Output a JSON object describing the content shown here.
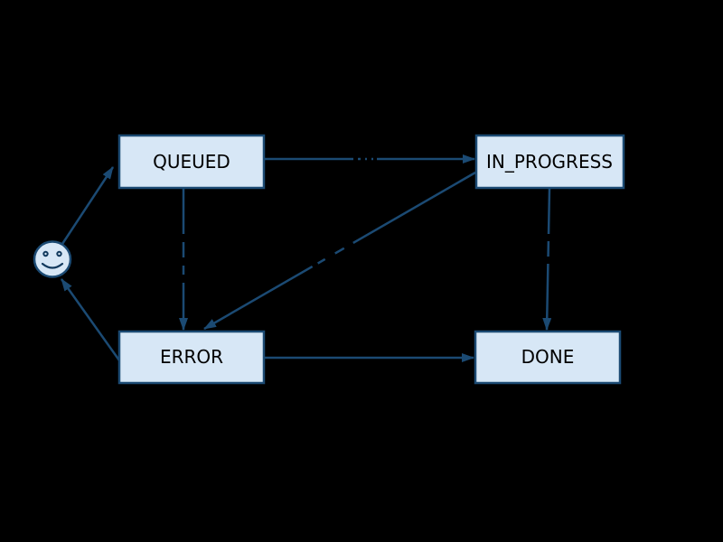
{
  "diagram": {
    "type": "state-machine",
    "background_color": "#000000",
    "node_fill_color": "#d7e7f6",
    "node_border_color": "#1b4a73",
    "node_text_color": "#000000",
    "edge_color": "#1b4a73",
    "nodes": [
      {
        "id": "queued",
        "label": "QUEUED",
        "shape": "rectangle"
      },
      {
        "id": "in_progress",
        "label": "IN_PROGRESS",
        "shape": "rectangle"
      },
      {
        "id": "error",
        "label": "ERROR",
        "shape": "rectangle"
      },
      {
        "id": "done",
        "label": "DONE",
        "shape": "rectangle"
      },
      {
        "id": "start",
        "label": "",
        "shape": "smiley-face"
      }
    ],
    "edges": [
      {
        "from": "start",
        "to": "queued",
        "label": ""
      },
      {
        "from": "queued",
        "to": "in_progress",
        "label": ""
      },
      {
        "from": "queued",
        "to": "error",
        "label": ""
      },
      {
        "from": "in_progress",
        "to": "error",
        "label": ""
      },
      {
        "from": "in_progress",
        "to": "done",
        "label": ""
      },
      {
        "from": "error",
        "to": "done",
        "label": ""
      },
      {
        "from": "error",
        "to": "start",
        "label": ""
      }
    ]
  }
}
